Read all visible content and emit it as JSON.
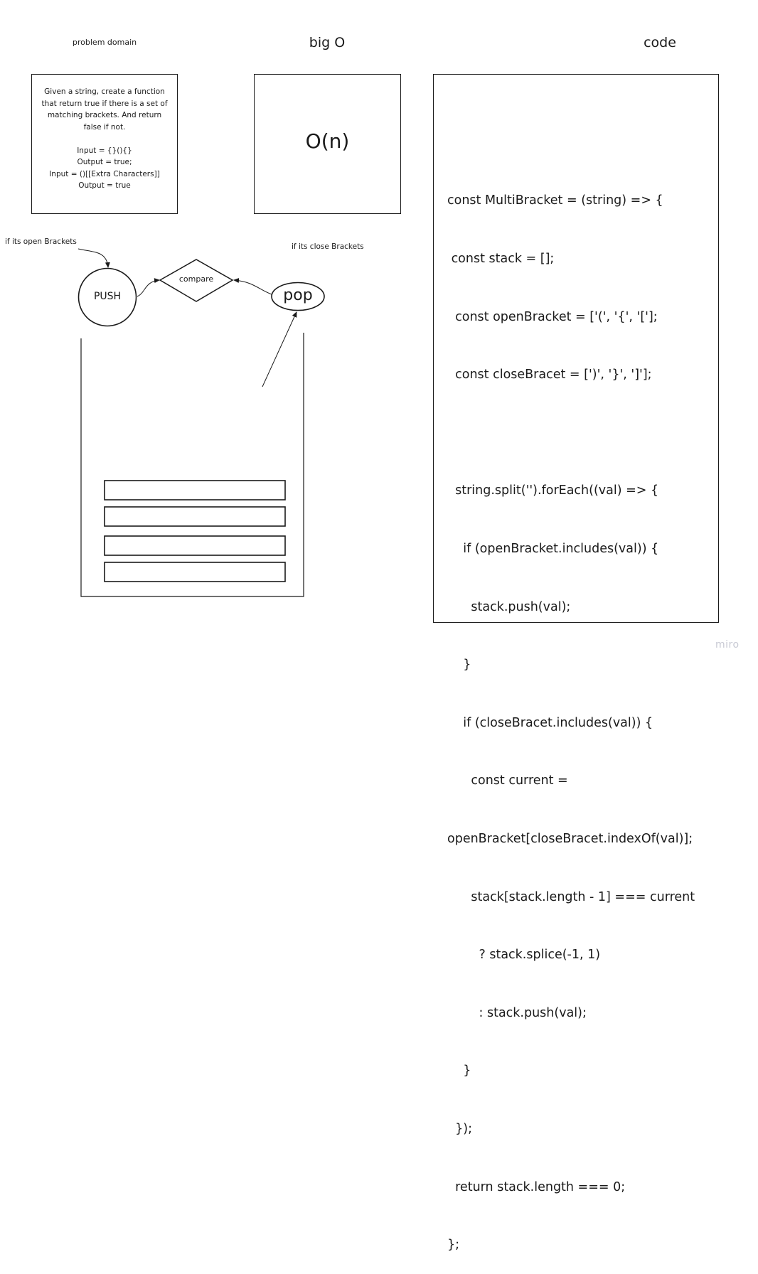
{
  "headings": {
    "problem_domain": "problem domain",
    "big_o": "big O",
    "code": "code"
  },
  "problem": {
    "lines": [
      "Given a string, create a function",
      "that return true if there is a set of",
      "matching brackets. And return",
      "false if not.",
      "",
      "Input = {}(){}",
      "Output = true;",
      "Input = ()[[Extra Characters]]",
      "Output = true"
    ]
  },
  "big_o_value": "O(n)",
  "code_lines": [
    "const MultiBracket = (string) => {",
    " const stack = [];",
    "  const openBracket = ['(', '{', '['];",
    "  const closeBracet = [')', '}', ']'];",
    "",
    "  string.split('').forEach((val) => {",
    "    if (openBracket.includes(val)) {",
    "      stack.push(val);",
    "    }",
    "    if (closeBracet.includes(val)) {",
    "      const current =",
    "openBracket[closeBracet.indexOf(val)];",
    "      stack[stack.length - 1] === current",
    "        ? stack.splice(-1, 1)",
    "        : stack.push(val);",
    "    }",
    "  });",
    "  return stack.length === 0;",
    "};"
  ],
  "diagram": {
    "open_label": "if its open Brackets",
    "close_label": "if its close Brackets",
    "push_label": "PUSH",
    "compare_label": "compare",
    "pop_label": "pop"
  },
  "watermark": "miro"
}
